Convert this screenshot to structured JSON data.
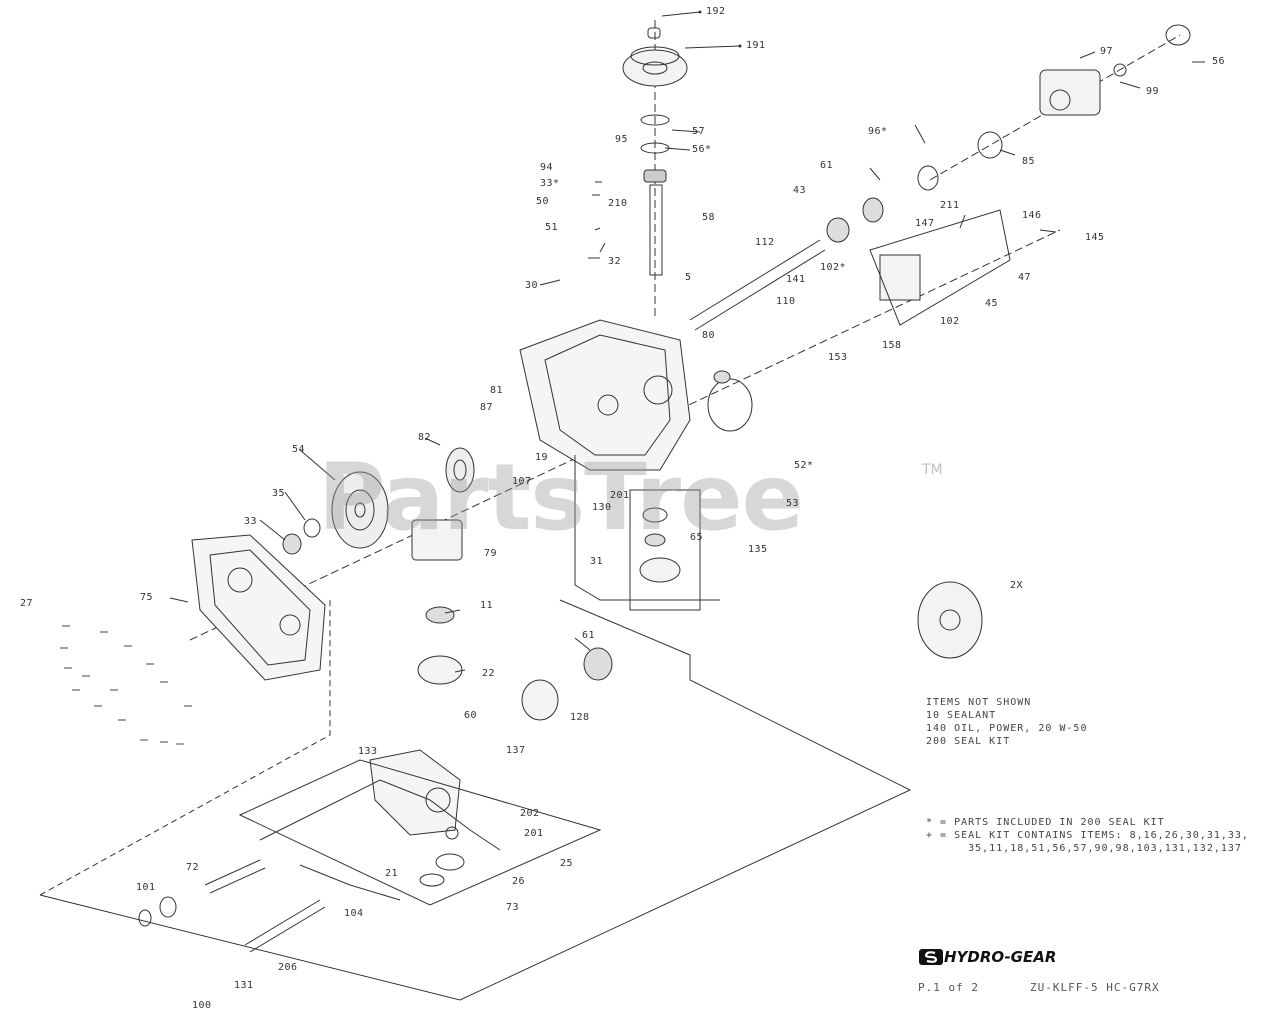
{
  "watermark": {
    "brand": "PartsTree",
    "trademark": "TM"
  },
  "logo": {
    "text": "HYDRO-GEAR"
  },
  "footer": {
    "left": "P.1 of 2",
    "right": "ZU-KLFF-5 HC-G7RX"
  },
  "notes": {
    "items_not_shown": "ITEMS NOT SHOWN\n10 SEALANT\n140 OIL, POWER, 20 W-50\n200 SEAL KIT",
    "legend": "* = PARTS INCLUDED IN 200 SEAL KIT\n+ = SEAL KIT CONTAINS ITEMS: 8,16,26,30,31,33,\n      35,11,18,51,56,57,90,98,103,131,132,137"
  },
  "callouts": [
    "192",
    "191",
    "56",
    "97",
    "99",
    "57",
    "56*",
    "95",
    "94",
    "33*",
    "50",
    "51",
    "5",
    "30",
    "32",
    "210",
    "58",
    "96*",
    "85",
    "61",
    "43",
    "112",
    "211",
    "147",
    "146",
    "145",
    "47",
    "45",
    "102",
    "102*",
    "110",
    "141",
    "153",
    "158",
    "80",
    "81",
    "87",
    "82",
    "19",
    "107",
    "54",
    "52*",
    "53",
    "130",
    "201",
    "31",
    "135",
    "35",
    "33",
    "11",
    "75",
    "79",
    "22",
    "60",
    "61",
    "128",
    "133",
    "137",
    "202",
    "201",
    "25",
    "21",
    "26",
    "73",
    "72",
    "101",
    "104",
    "100",
    "131",
    "206",
    "2X",
    "65",
    "27"
  ]
}
